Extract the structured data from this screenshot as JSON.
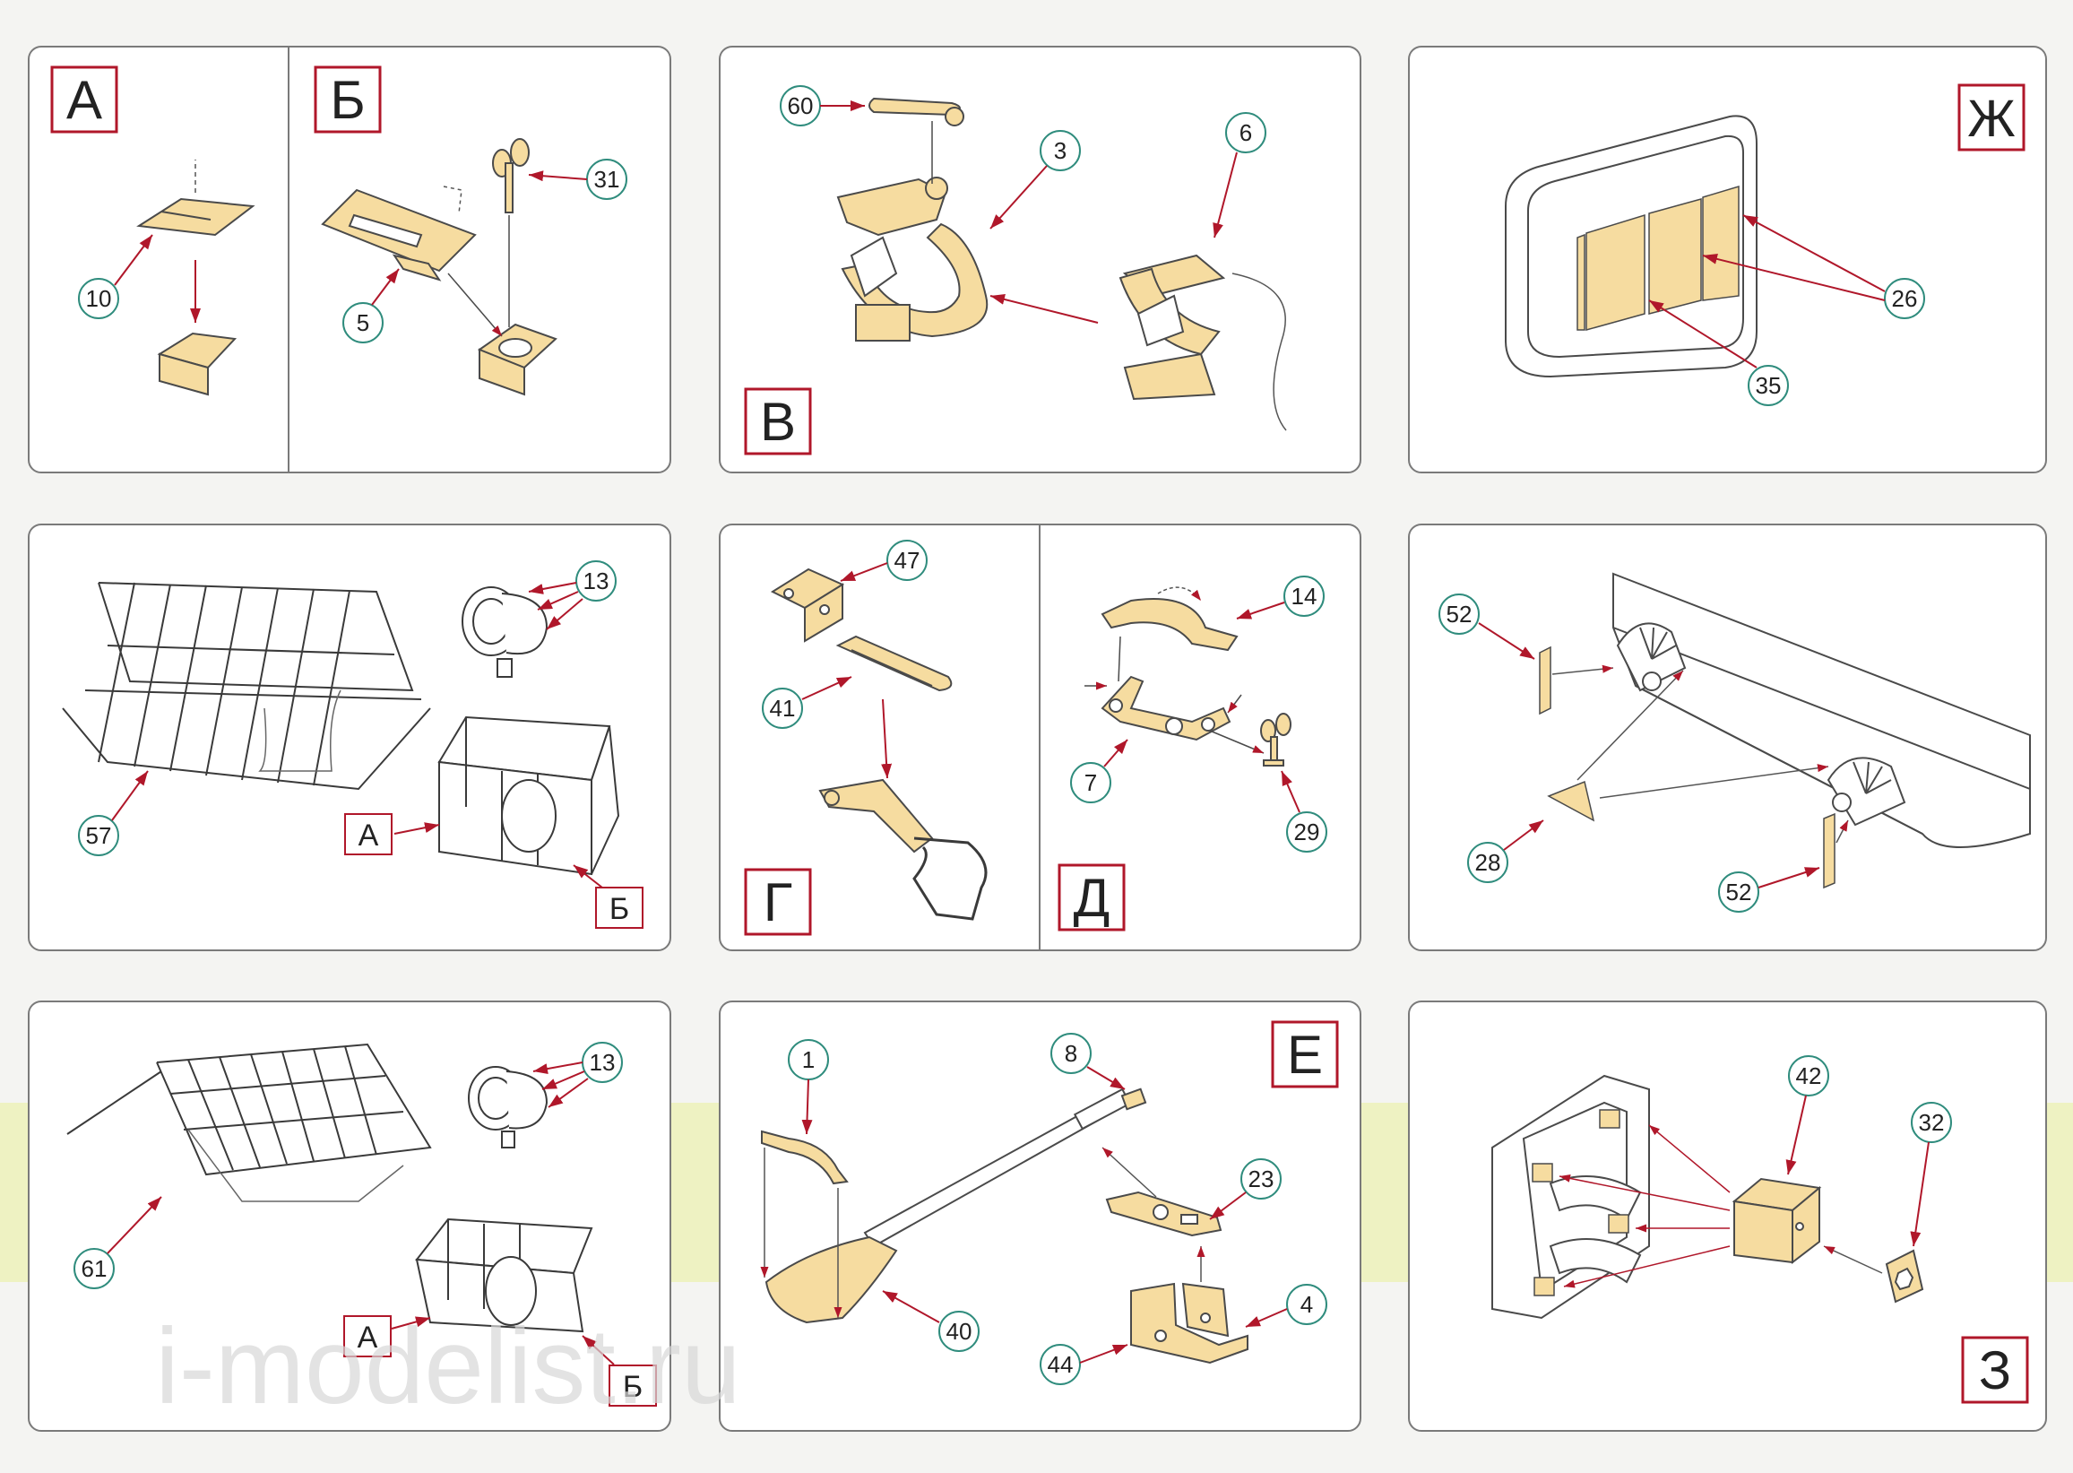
{
  "colors": {
    "paper": "#f4f4f2",
    "panel_fill": "#ffffff",
    "panel_border": "#7a7a7a",
    "part_fill": "#f6dca0",
    "part_stroke": "#4a4a4a",
    "callout_border": "#2f8c7d",
    "letter_border": "#b0172a",
    "arrow": "#b0172a",
    "watermark": "#d8d8d8",
    "green_band": "#eaf09a"
  },
  "panels": [
    {
      "id": "a",
      "letter": "А",
      "callouts": [
        "10"
      ]
    },
    {
      "id": "b",
      "letter": "Б",
      "callouts": [
        "31",
        "5"
      ]
    },
    {
      "id": "v",
      "letter": "В",
      "callouts": [
        "60",
        "3",
        "6"
      ]
    },
    {
      "id": "zh",
      "letter": "Ж",
      "callouts": [
        "26",
        "35"
      ]
    },
    {
      "id": "r2c1",
      "letter": "",
      "callouts": [
        "13",
        "57"
      ],
      "labels": [
        "А",
        "Б"
      ]
    },
    {
      "id": "g",
      "letter": "Г",
      "callouts": [
        "47",
        "41"
      ]
    },
    {
      "id": "d",
      "letter": "Д",
      "callouts": [
        "14",
        "7",
        "29"
      ]
    },
    {
      "id": "r2c3",
      "letter": "",
      "callouts": [
        "52",
        "28",
        "52"
      ]
    },
    {
      "id": "r3c1",
      "letter": "",
      "callouts": [
        "13",
        "61"
      ],
      "labels": [
        "А",
        "Б"
      ]
    },
    {
      "id": "e",
      "letter": "Е",
      "callouts": [
        "1",
        "8",
        "23",
        "40",
        "4",
        "44"
      ]
    },
    {
      "id": "z",
      "letter": "З",
      "callouts": [
        "42",
        "32"
      ]
    }
  ],
  "watermark": "i-modelist.ru"
}
